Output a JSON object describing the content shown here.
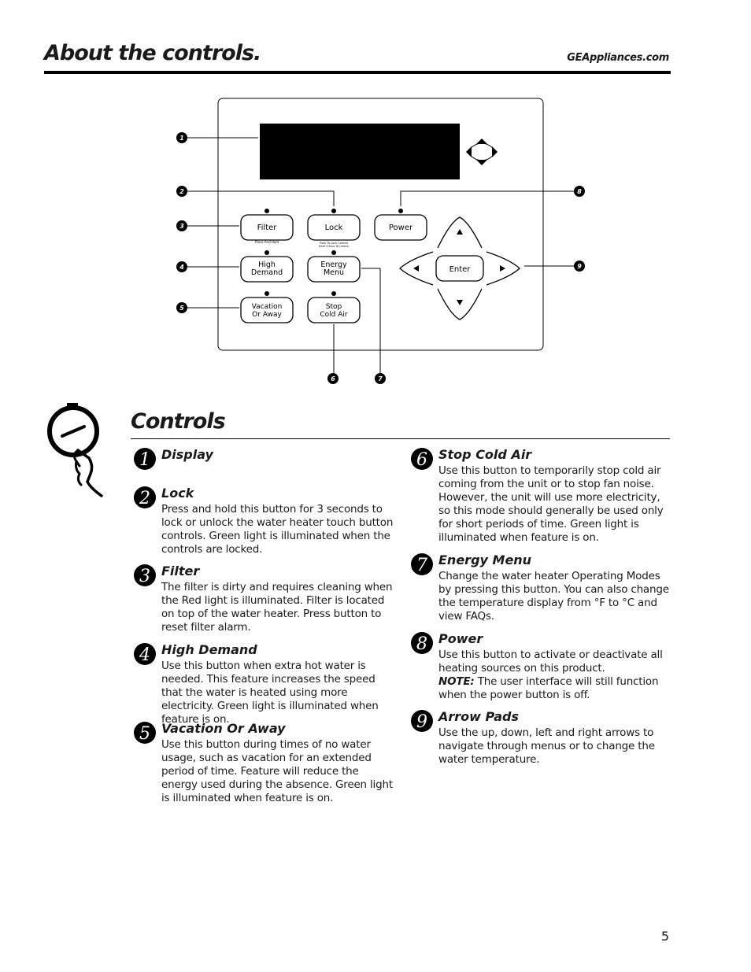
{
  "header": {
    "title": "About the controls.",
    "site": "GEAppliances.com"
  },
  "panel": {
    "buttons": {
      "filter": "Filter",
      "filter_sub": "Press And Hold",
      "lock": "Lock",
      "lock_sub1": "Push To Lock Control",
      "lock_sub2": "Hold 3 Secs To Unlock",
      "power": "Power",
      "high_demand_1": "High",
      "high_demand_2": "Demand",
      "energy_menu_1": "Energy",
      "energy_menu_2": "Menu",
      "vacation_1": "Vacation",
      "vacation_2": "Or Away",
      "stop_cold_1": "Stop",
      "stop_cold_2": "Cold Air",
      "enter": "Enter"
    },
    "callouts": [
      "1",
      "2",
      "3",
      "4",
      "5",
      "6",
      "7",
      "8",
      "9"
    ]
  },
  "section": {
    "title": "Controls"
  },
  "items": [
    {
      "num": "1",
      "title": "Display",
      "desc": ""
    },
    {
      "num": "2",
      "title": "Lock",
      "desc": "Press and hold this button for 3 seconds to lock or unlock the water heater touch button controls. Green light is illuminated when the controls are locked."
    },
    {
      "num": "3",
      "title": "Filter",
      "desc": "The filter is dirty and requires cleaning when the Red light is illuminated. Filter is located on top of the water heater. Press button to reset filter alarm."
    },
    {
      "num": "4",
      "title": "High Demand",
      "desc": "Use this button when extra hot water is needed. This feature increases the speed that the water is heated using more electricity. Green light is illuminated when feature is on."
    },
    {
      "num": "5",
      "title": "Vacation Or Away",
      "desc": "Use this button during times of no water usage, such as vacation for an extended period of time. Feature will reduce the energy used during the absence. Green light is illuminated when feature is on."
    },
    {
      "num": "6",
      "title": "Stop Cold Air",
      "desc": "Use this button to temporarily stop cold air coming from the unit or to stop fan noise. However, the unit will use more electricity, so this mode should generally be used only for short periods of time. Green light is illuminated when feature is on."
    },
    {
      "num": "7",
      "title": "Energy Menu",
      "desc": "Change the water heater Operating Modes by pressing this button. You can also change the temperature display from °F to °C and view FAQs."
    },
    {
      "num": "8",
      "title": "Power",
      "desc": "Use this button to activate or deactivate all heating sources on this product.",
      "note_label": "NOTE:",
      "note": " The user interface will still function when the power button is off."
    },
    {
      "num": "9",
      "title": "Arrow Pads",
      "desc": "Use the up, down, left and right arrows to navigate through menus or to change the water temperature."
    }
  ],
  "page_number": "5"
}
